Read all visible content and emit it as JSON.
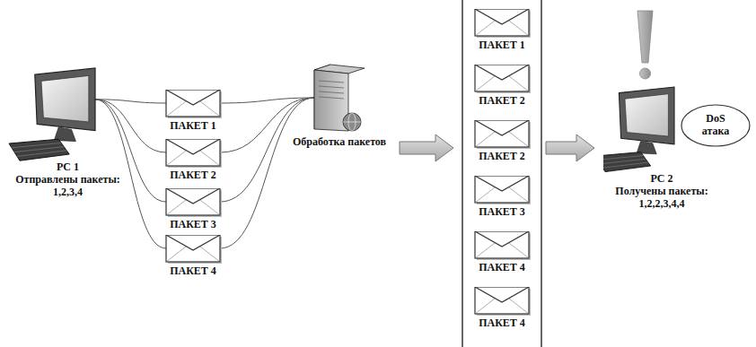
{
  "diagram": {
    "nodes": [
      {
        "text": [
          "PC 1",
          "Отправлены пакеты: 1,2,3,4"
        ]
      },
      {
        "text": [
          "ПАКЕТ 1"
        ]
      },
      {
        "text": [
          "ПАКЕТ 2"
        ]
      },
      {
        "text": [
          "ПАКЕТ 3"
        ]
      },
      {
        "text": [
          "ПАКЕТ 4"
        ]
      },
      {
        "text": [
          "Обработка пакетов"
        ]
      },
      {
        "text": [
          "ПАКЕТ 1"
        ]
      },
      {
        "text": [
          "ПАКЕТ 2"
        ]
      },
      {
        "text": [
          "ПАКЕТ 2"
        ]
      },
      {
        "text": [
          "ПАКЕТ 3"
        ]
      },
      {
        "text": [
          "ПАКЕТ 4"
        ]
      },
      {
        "text": [
          "ПАКЕТ 4"
        ]
      },
      {
        "text": [
          "PC 2",
          "Получены пакеты: 1,2,2,3,4,4"
        ]
      },
      {
        "text": [
          "DoS атака"
        ]
      }
    ],
    "edges": [
      {
        "from": 0,
        "to": 1,
        "arrow": "none"
      },
      {
        "from": 0,
        "to": 2,
        "arrow": "none"
      },
      {
        "from": 0,
        "to": 3,
        "arrow": "none"
      },
      {
        "from": 0,
        "to": 4,
        "arrow": "none"
      },
      {
        "from": 1,
        "to": 5,
        "arrow": "none"
      },
      {
        "from": 2,
        "to": 5,
        "arrow": "none"
      },
      {
        "from": 3,
        "to": 5,
        "arrow": "none"
      },
      {
        "from": 4,
        "to": 5,
        "arrow": "none"
      }
    ]
  }
}
